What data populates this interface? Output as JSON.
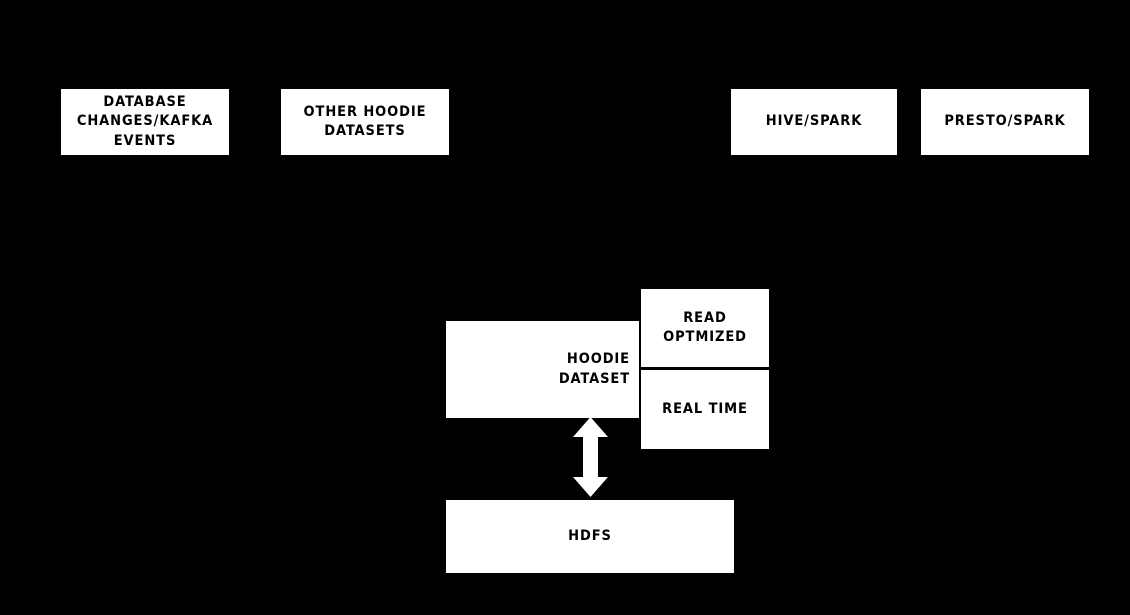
{
  "diagram": {
    "type": "architecture-flow",
    "background_color": "#000000",
    "node_fill_color": "#ffffff",
    "node_text_color": "#000000",
    "arrow_color": "#ffffff",
    "sources": [
      {
        "id": "db-changes",
        "label": "Database\nChanges/Kafka\nEvents"
      },
      {
        "id": "other-hoodie",
        "label": "Other Hoodie\nDatasets"
      }
    ],
    "consumers": [
      {
        "id": "hive-spark",
        "label": "Hive/Spark"
      },
      {
        "id": "presto-spark",
        "label": "Presto/Spark"
      }
    ],
    "dataset": {
      "id": "hoodie-dataset",
      "label": "Hoodie\nDataset"
    },
    "views": [
      {
        "id": "read-optimized",
        "label": "Read\nOptmized"
      },
      {
        "id": "real-time",
        "label": "Real Time"
      }
    ],
    "storage": {
      "id": "hdfs",
      "label": "HDFS"
    },
    "connectors": [
      {
        "id": "hoodie-hdfs",
        "from": "hoodie-dataset",
        "to": "hdfs",
        "style": "double-headed-vertical-arrow",
        "color": "#ffffff"
      }
    ]
  }
}
